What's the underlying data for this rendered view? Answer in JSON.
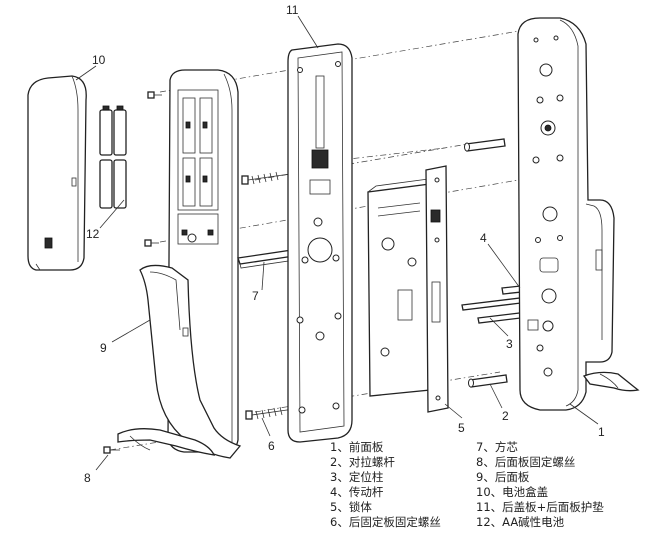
{
  "callouts": [
    "1",
    "2",
    "3",
    "4",
    "5",
    "6",
    "7",
    "8",
    "9",
    "10",
    "11",
    "12"
  ],
  "legend": {
    "left": [
      "1、前面板",
      "2、对拉螺杆",
      "3、定位柱",
      "4、传动杆",
      "5、锁体",
      "6、后固定板固定螺丝"
    ],
    "right": [
      "7、方芯",
      "8、后面板固定螺丝",
      "9、后面板",
      "10、电池盒盖",
      "11、后盖板+后面板护垫",
      "12、AA碱性电池"
    ]
  }
}
